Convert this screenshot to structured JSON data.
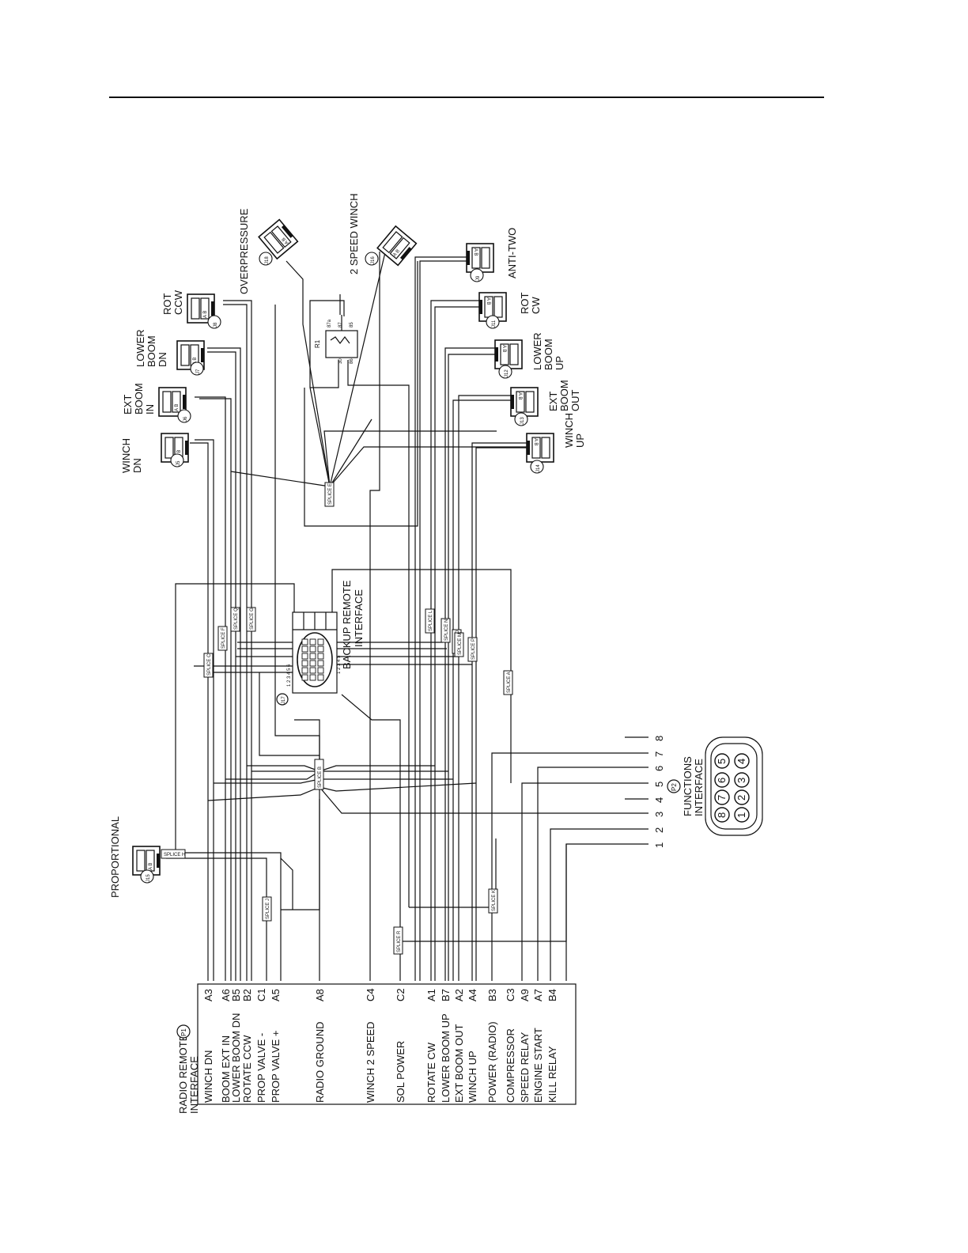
{
  "p1": {
    "title": "RADIO REMOTE",
    "title2": "INTERFACE",
    "ref": "P1",
    "pins": [
      {
        "name": "WINCH DN",
        "pin": "A3"
      },
      {
        "name": "BOOM EXT IN",
        "pin": "A6"
      },
      {
        "name": "LOWER BOOM DN",
        "pin": "B5"
      },
      {
        "name": "ROTATE CCW",
        "pin": "B2"
      },
      {
        "name": "PROP VALVE -",
        "pin": "C1"
      },
      {
        "name": "PROP VALVE +",
        "pin": "A5"
      },
      {
        "name": "RADIO GROUND",
        "pin": "A8"
      },
      {
        "name": "WINCH 2 SPEED",
        "pin": "C4"
      },
      {
        "name": "SOL POWER",
        "pin": "C2"
      },
      {
        "name": "ROTATE CW",
        "pin": "A1"
      },
      {
        "name": "LOWER BOOM UP",
        "pin": "B7"
      },
      {
        "name": "EXT BOOM OUT",
        "pin": "A2"
      },
      {
        "name": "WINCH UP",
        "pin": "A4"
      },
      {
        "name": "POWER (RADIO)",
        "pin": "B3"
      },
      {
        "name": "COMPRESSOR",
        "pin": "C3"
      },
      {
        "name": "SPEED RELAY",
        "pin": "A9"
      },
      {
        "name": "ENGINE START",
        "pin": "A7"
      },
      {
        "name": "KILL RELAY",
        "pin": "B4"
      }
    ]
  },
  "p2": {
    "ref": "P2",
    "title": "FUNCTIONS",
    "title2": "INTERFACE",
    "numbers": [
      "1",
      "2",
      "3",
      "4",
      "5",
      "6",
      "7",
      "8"
    ],
    "cells": [
      "8",
      "7",
      "6",
      "5",
      "1",
      "2",
      "3",
      "4"
    ]
  },
  "backup": {
    "title": "BACKUP REMOTE",
    "title2": "INTERFACE",
    "ref": "J17",
    "row_a": "1 2 3 4 5 6",
    "row_b": "1 2 3 4 5"
  },
  "relay": {
    "ref": "R1",
    "p30": "30",
    "p86": "86",
    "p87a": "87a",
    "p87": "87",
    "p85": "85"
  },
  "connectors": [
    {
      "ref": "J15",
      "label": "PROPORTIONAL",
      "pins": "A B"
    },
    {
      "ref": "J5",
      "label": "WINCH DN",
      "pins": "A B"
    },
    {
      "ref": "J6",
      "label": "EXT BOOM IN",
      "pins": "A B"
    },
    {
      "ref": "J7",
      "label": "LOWER BOOM DN",
      "pins": "A B"
    },
    {
      "ref": "J8",
      "label": "ROT CCW",
      "pins": "A B"
    },
    {
      "ref": "J18",
      "label": "OVERPRESSURE",
      "pins": "A B"
    },
    {
      "ref": "J16",
      "label": "2 SPEED WINCH",
      "pins": "A B"
    },
    {
      "ref": "J9",
      "label": "ANTI-TWO",
      "pins": "A B"
    },
    {
      "ref": "J11",
      "label": "ROT CW",
      "pins": "A B"
    },
    {
      "ref": "J12",
      "label": "LOWER BOOM UP",
      "pins": "A B"
    },
    {
      "ref": "J13",
      "label": "EXT BOOM OUT",
      "pins": "A B"
    },
    {
      "ref": "J14",
      "label": "WINCH UP",
      "pins": "A B"
    }
  ],
  "splices": [
    "SPLICE A",
    "SPLICE B",
    "SPLICE C",
    "SPLICE D",
    "SPLICE E",
    "SPLICE F",
    "SPLICE G",
    "SPLICE H",
    "SPLICE J",
    "SPLICE K",
    "SPLICE L",
    "SPLICE M",
    "SPLICE N",
    "SPLICE P",
    "SPLICE Q",
    "SPLICE R"
  ]
}
